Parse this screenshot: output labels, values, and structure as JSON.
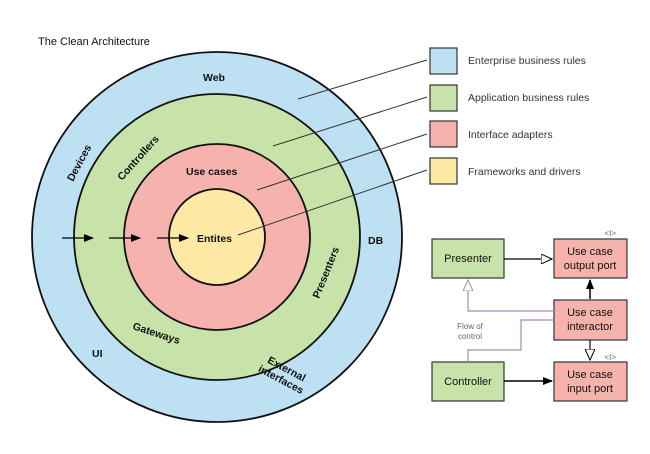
{
  "title": "The Clean Architecture",
  "rings": {
    "outer_color": "#bde0f3",
    "middle_color": "#c8e3a9",
    "inner_color": "#f6b3ad",
    "core_color": "#fde9a3",
    "labels": {
      "web": "Web",
      "devices": "Devices",
      "db": "DB",
      "ui": "UI",
      "external": [
        "External",
        "interfaces"
      ],
      "controllers": "Controllers",
      "gateways": "Gateways",
      "presenters": "Presenters",
      "use_cases": "Use cases",
      "entities": "Entites"
    }
  },
  "legend": [
    {
      "label": "Enterprise business rules",
      "color": "#bde0f3"
    },
    {
      "label": "Application business rules",
      "color": "#c8e3a9"
    },
    {
      "label": "Interface adapters",
      "color": "#f6b3ad"
    },
    {
      "label": "Frameworks and drivers",
      "color": "#fde9a3"
    }
  ],
  "flow": {
    "presenter": "Presenter",
    "controller": "Controller",
    "output_port": [
      "Use case",
      "output port"
    ],
    "interactor": [
      "Use case",
      "interactor"
    ],
    "input_port": [
      "Use case",
      "input port"
    ],
    "interface_tag": "<I>",
    "flow_label": [
      "Flow of",
      "control"
    ]
  }
}
